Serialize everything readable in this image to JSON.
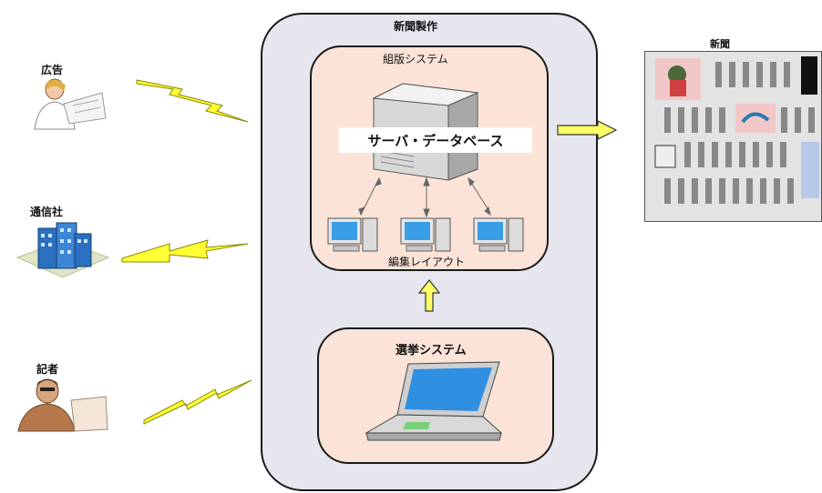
{
  "sources": {
    "ad": "広告",
    "news_agency": "通信社",
    "reporter": "記者"
  },
  "production": {
    "title": "新聞製作",
    "typesetting": {
      "title": "組版システム",
      "server_label": "サーバ・データベース",
      "layout_label": "編集レイアウト"
    },
    "election": {
      "title": "選挙システム"
    }
  },
  "output": {
    "title": "新聞"
  },
  "colors": {
    "lightning": "#ffff33",
    "arrow_fill": "#ffff66",
    "outer_box": "#e6e6ef",
    "inner_box": "#fbe4d7"
  }
}
